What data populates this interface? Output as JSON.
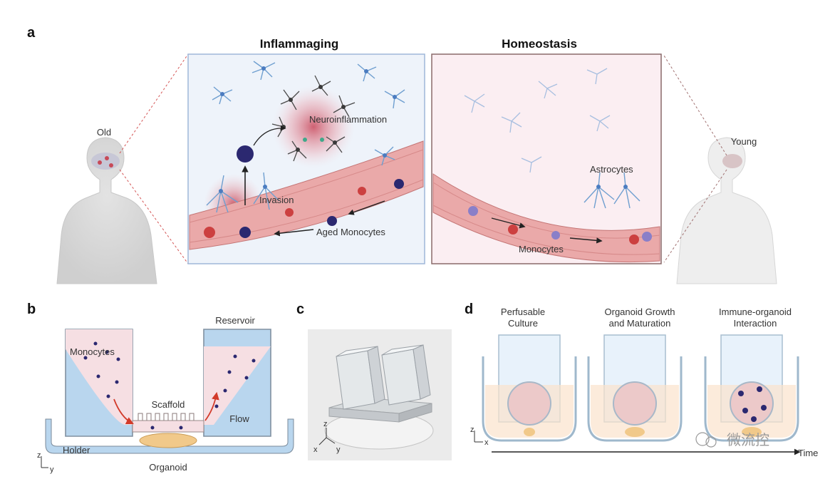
{
  "panel_a": {
    "letter": "a",
    "title_left": "Inflammaging",
    "title_right": "Homeostasis",
    "label_old": "Old",
    "label_young": "Young",
    "label_neuroinflammation": "Neuroinflammation",
    "label_invasion": "Invasion",
    "label_aged_monocytes": "Aged Monocytes",
    "label_astrocytes": "Astrocytes",
    "label_monocytes": "Monocytes",
    "colors": {
      "left_bg": "#eef3fa",
      "right_bg": "#fbeef2",
      "vessel": "#eaa9a9",
      "monocyte": "#2b2870",
      "astrocyte": "#6f9fd0"
    }
  },
  "panel_b": {
    "letter": "b",
    "label_reservoir": "Reservoir",
    "label_monocytes": "Monocytes",
    "label_scaffold": "Scaffold",
    "label_flow": "Flow",
    "label_holder": "Holder",
    "label_organoid": "Organoid",
    "axis_z": "z",
    "axis_y": "y"
  },
  "panel_c": {
    "letter": "c",
    "axis_z": "z",
    "axis_x": "x",
    "axis_y": "y"
  },
  "panel_d": {
    "letter": "d",
    "stage1_line1": "Perfusable",
    "stage1_line2": "Culture",
    "stage2_line1": "Organoid Growth",
    "stage2_line2": "and Maturation",
    "stage3_line1": "Immune-organoid",
    "stage3_line2": "Interaction",
    "axis_z": "z",
    "axis_x": "x",
    "time_label": "Time",
    "watermark": "微流控"
  }
}
